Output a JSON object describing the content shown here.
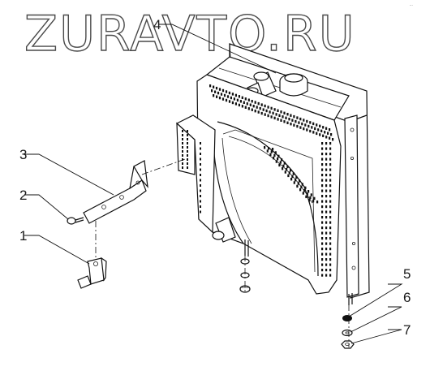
{
  "watermark": {
    "text": "ZURAVTO.RU"
  },
  "corner_note": "···",
  "callouts": [
    {
      "id": "1",
      "label": "1"
    },
    {
      "id": "2",
      "label": "2"
    },
    {
      "id": "3",
      "label": "3"
    },
    {
      "id": "4",
      "label": "4"
    },
    {
      "id": "5",
      "label": "5"
    },
    {
      "id": "6",
      "label": "6"
    },
    {
      "id": "7",
      "label": "7"
    }
  ]
}
